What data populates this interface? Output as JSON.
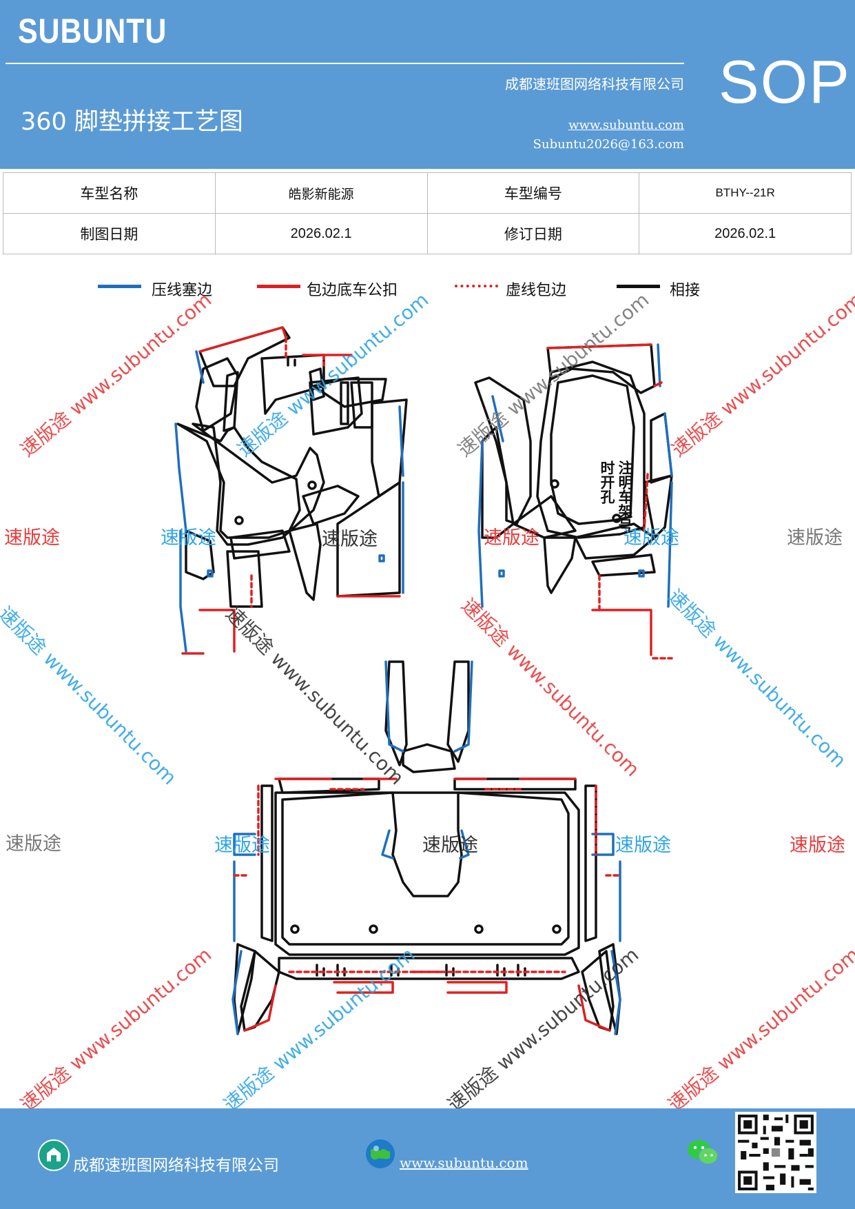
{
  "header": {
    "brand": "SUBUNTU",
    "title": "360 脚垫拼接工艺图",
    "company": "成都速班图网络科技有限公司",
    "website": "www.subuntu.com",
    "email": "Subuntu2026@163.com",
    "badge": "SOP"
  },
  "info_table": {
    "rows": [
      {
        "label1": "车型名称",
        "value1": "皓影新能源",
        "label2": "车型编号",
        "value2": "BTHY--21R"
      },
      {
        "label1": "制图日期",
        "value1": "2026.02.1",
        "label2": "修订日期",
        "value2": "2026.02.1"
      }
    ]
  },
  "legend": [
    {
      "label": "压线塞边",
      "color": "#1f6fbf",
      "style": "solid"
    },
    {
      "label": "包边底车公扣",
      "color": "#e02020",
      "style": "solid"
    },
    {
      "label": "虚线包边",
      "color": "#e02020",
      "style": "dashed"
    },
    {
      "label": "相接",
      "color": "#111111",
      "style": "solid"
    }
  ],
  "diagram": {
    "note": "注明车架号时开孔",
    "labels": [
      "速版途",
      "速版途",
      "速版途",
      "速版途",
      "速版途",
      "速版途",
      "速版途",
      "速版途",
      "速版途",
      "速版途",
      "速版途",
      "速版途"
    ]
  },
  "watermark": {
    "text": "速版途 www.subuntu.com"
  },
  "colors": {
    "header_bg": "#5b9bd5",
    "blue_edge": "#1f6fbf",
    "red_edge": "#e02020"
  },
  "footer": {
    "company": "成都速班图网络科技有限公司",
    "website": "www.subuntu.com",
    "icons": [
      "building-icon",
      "globe-icon",
      "wechat-icon",
      "qr-code"
    ]
  }
}
